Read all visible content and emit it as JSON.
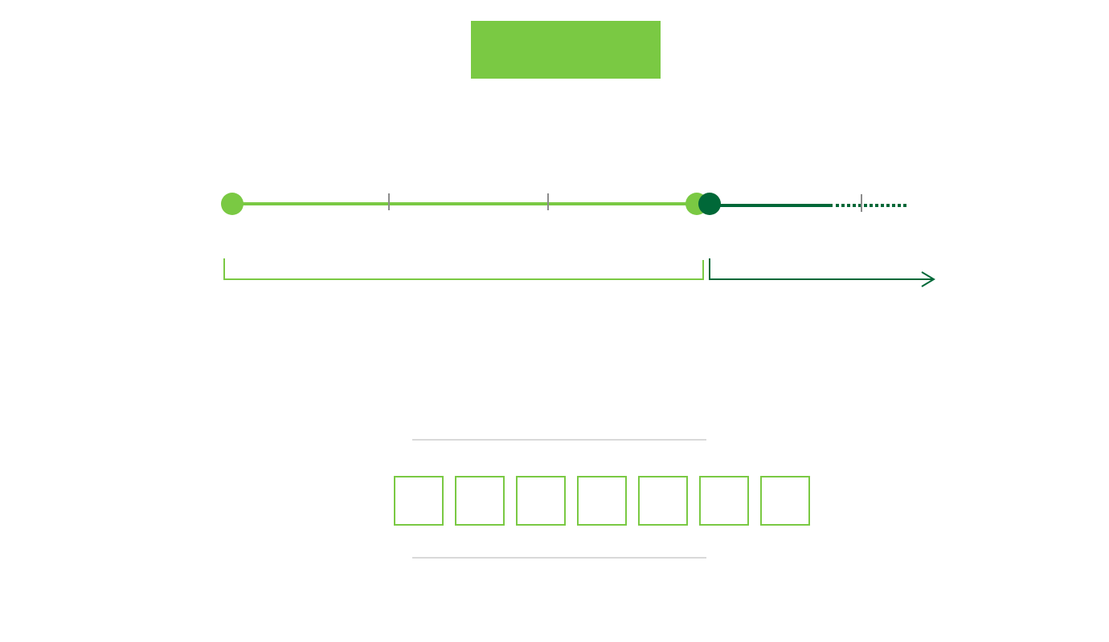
{
  "colors": {
    "accent_light": "#7ac943",
    "accent_dark": "#006838",
    "tick": "#8c8c8c",
    "divider": "#d9d9d9"
  },
  "header": {
    "label": ""
  },
  "timeline": {
    "completed_segments": 3,
    "current_segment_progress": "partial",
    "future_segment": "dotted"
  },
  "code_entry": {
    "boxes": [
      "",
      "",
      "",
      "",
      "",
      "",
      ""
    ]
  }
}
